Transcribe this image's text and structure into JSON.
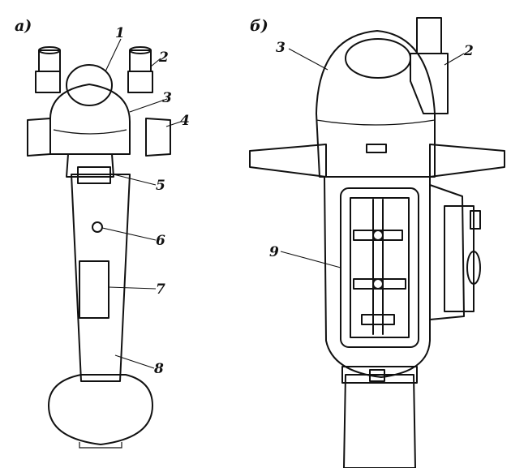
{
  "panels": {
    "a": {
      "label": "а)"
    },
    "b": {
      "label": "б)"
    }
  },
  "callouts_a": [
    "1",
    "2",
    "3",
    "4",
    "5",
    "6",
    "7",
    "8"
  ],
  "callouts_b": [
    "3",
    "2",
    "9"
  ],
  "colors": {
    "ink": "#111111",
    "paper": "#ffffff"
  },
  "icons": {
    "stipple": "dot-shading"
  }
}
